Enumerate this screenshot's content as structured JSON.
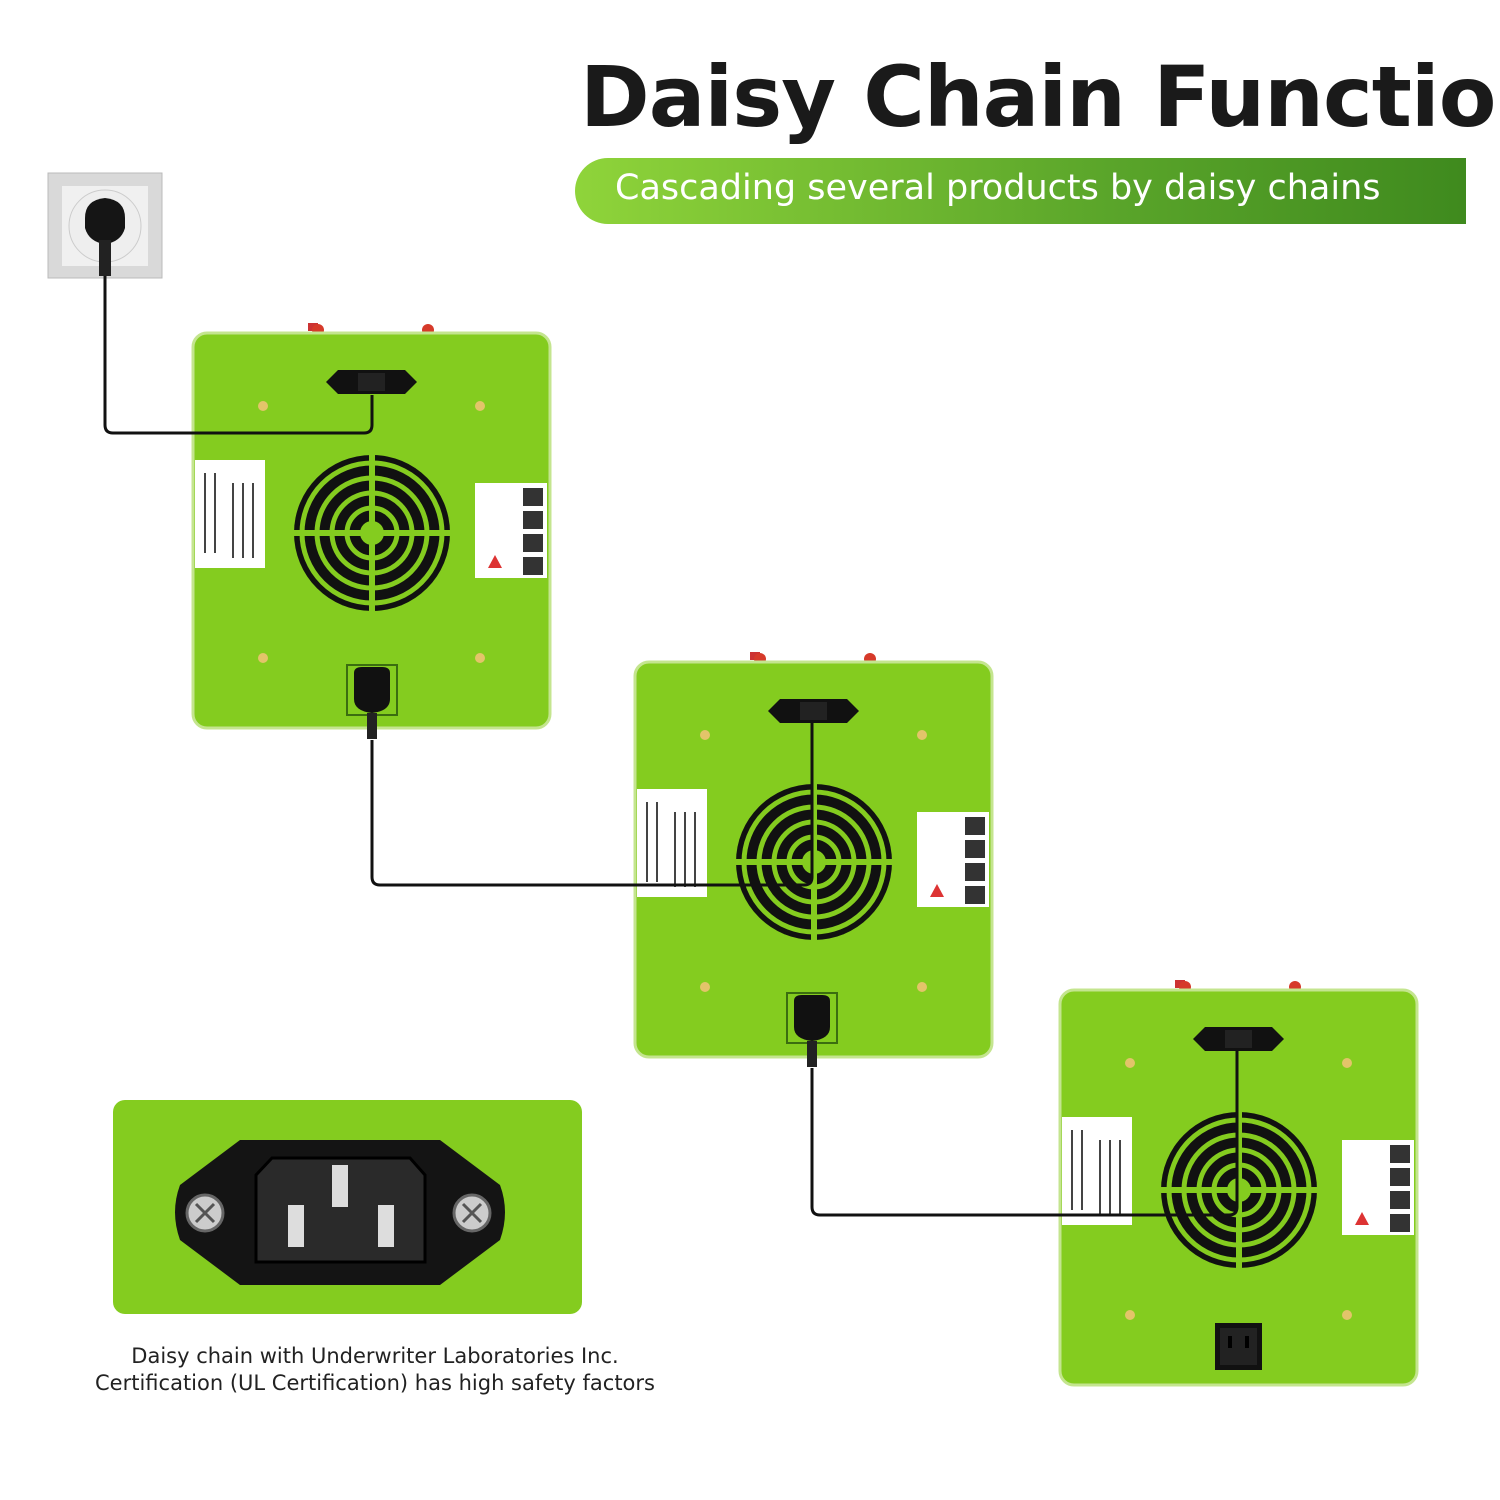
{
  "header": {
    "title": "Daisy Chain Function",
    "subtitle": "Cascading several products by daisy chains"
  },
  "caption": {
    "line1": "Daisy chain with Underwriter Laboratories Inc.",
    "line2": "Certification (UL Certification) has high safety factors"
  },
  "colors": {
    "panel": "#84cc1f",
    "panel_border": "#b7e07a",
    "banner_start": "#8fd43a",
    "banner_end": "#3f8a1e",
    "cable": "#111111"
  },
  "icons": [
    "wall-socket-icon",
    "power-plug-icon",
    "fan-grille-icon",
    "iec-connector-icon",
    "us-outlet-icon"
  ]
}
